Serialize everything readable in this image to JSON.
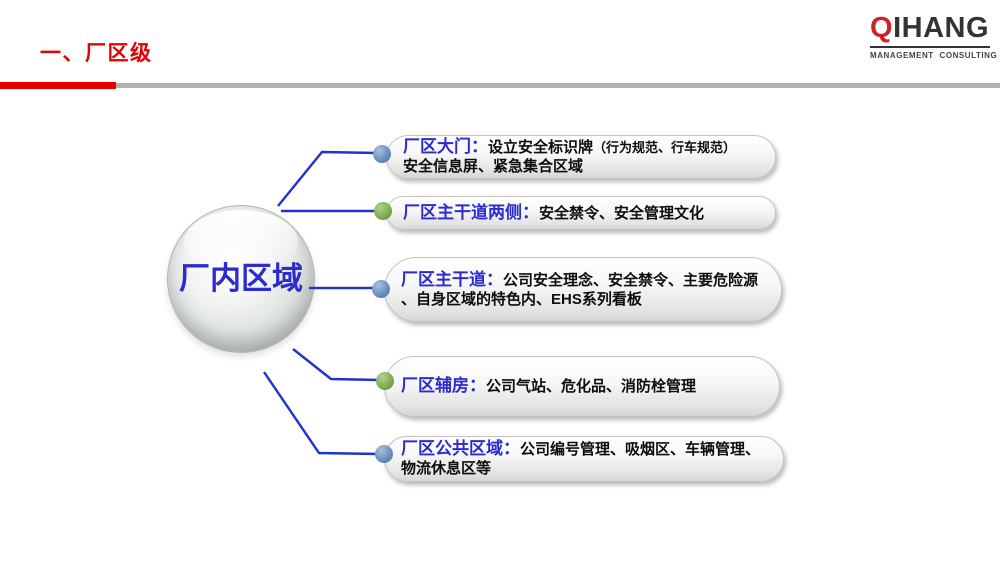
{
  "header": {
    "title": "一、厂区级",
    "logo": {
      "q": "Q",
      "rest": "IHANG",
      "subtitle": "MANAGEMENT CONSULTING"
    }
  },
  "center_node": {
    "label": "厂内区域"
  },
  "items": [
    {
      "title": "厂区大门：",
      "body": "设立安全标识牌",
      "paren": "（行为规范、行车规范）",
      "line2": "安全信息屏、紧急集合区域",
      "dot_color": "blue"
    },
    {
      "title": "厂区主干道两侧：",
      "body": "安全禁令、安全管理文化",
      "dot_color": "green"
    },
    {
      "title": "厂区主干道：",
      "body": "公司安全理念、安全禁令、主要危险源",
      "line2": "、自身区域的特色内、EHS系列看板",
      "dot_color": "blue"
    },
    {
      "title": "厂区辅房：",
      "body": "公司气站、危化品、消防栓管理",
      "dot_color": "green"
    },
    {
      "title": "厂区公共区域：",
      "body": "公司编号管理、吸烟区、车辆管理、",
      "line2": "物流休息区等",
      "dot_color": "blue"
    }
  ],
  "colors": {
    "accent_red": "#e60000",
    "divider_gray": "#b2b2b2",
    "text_blue": "#2b2bd0",
    "connector_blue": "#2233cc",
    "dot_blue": "#6b8fc0",
    "dot_green": "#7dae52",
    "logo_red": "#cc2229",
    "logo_dark": "#333333"
  }
}
